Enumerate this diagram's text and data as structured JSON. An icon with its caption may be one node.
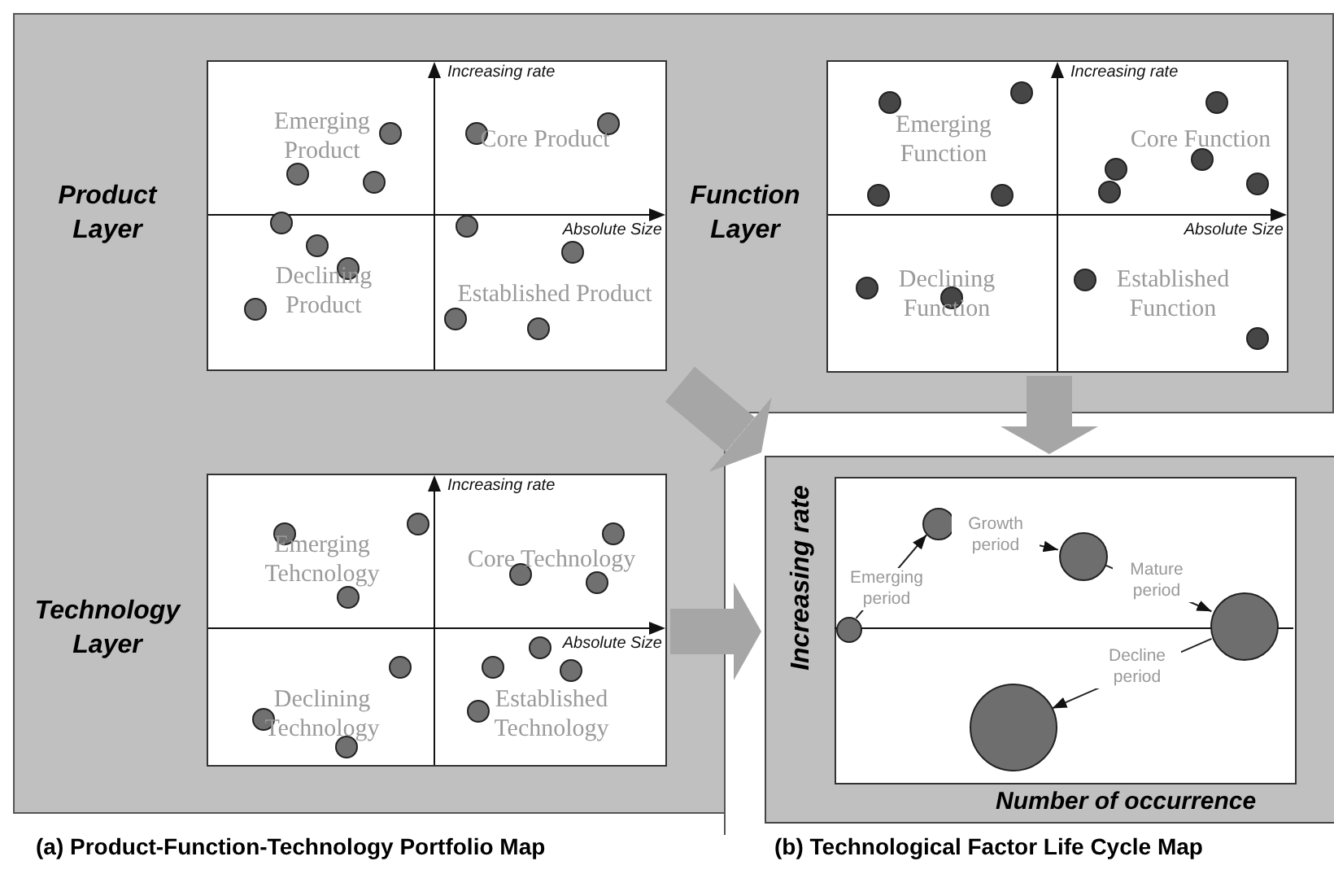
{
  "diagram": {
    "nodes": [
      {
        "text": [
          "Emerging Product",
          "Core Product",
          "Declining Product",
          "Established Product"
        ],
        "beside": [
          "Product Layer"
        ]
      },
      {
        "text": [
          "Emerging Function",
          "Core Function",
          "Declining Function",
          "Established Function"
        ],
        "beside": [
          "Function Layer"
        ]
      },
      {
        "text": [
          "Emerging Tehcnology",
          "Core Technology",
          "Declining Technology",
          "Established Technology"
        ],
        "beside": [
          "Technology Layer"
        ]
      },
      {
        "text": [],
        "shape": "box"
      },
      {
        "text": [],
        "shape": "circle",
        "in": 3
      },
      {
        "text": [],
        "shape": "circle",
        "in": 3
      },
      {
        "text": [],
        "shape": "circle",
        "in": 3
      },
      {
        "text": [],
        "shape": "circle",
        "in": 3
      },
      {
        "text": [],
        "shape": "circle",
        "in": 3
      }
    ],
    "edges": [
      {
        "from": 0,
        "to": 3,
        "arrow": "to",
        "style": "thick",
        "color": "#a6a6a6"
      },
      {
        "from": 1,
        "to": 3,
        "arrow": "to",
        "style": "thick",
        "color": "#a6a6a6"
      },
      {
        "from": 2,
        "to": 3,
        "arrow": "to",
        "style": "thick",
        "color": "#a6a6a6"
      },
      {
        "from": 4,
        "to": 5,
        "arrow": "to",
        "label": "Emerging period"
      },
      {
        "from": 5,
        "to": 6,
        "arrow": "to",
        "label": "Growth period"
      },
      {
        "from": 6,
        "to": 7,
        "arrow": "to",
        "label": "Mature period"
      },
      {
        "from": 7,
        "to": 8,
        "arrow": "to",
        "label": "Decline period"
      }
    ],
    "labels": [
      "Increasing rate",
      "Absolute Size",
      "Increasing rate",
      "Absolute Size",
      "Increasing rate",
      "Absolute Size",
      "Increasing rate",
      "Number of occurrence",
      "(a) Product-Function-Technology Portfolio Map",
      "(b) Technological Factor Life Cycle Map"
    ]
  }
}
